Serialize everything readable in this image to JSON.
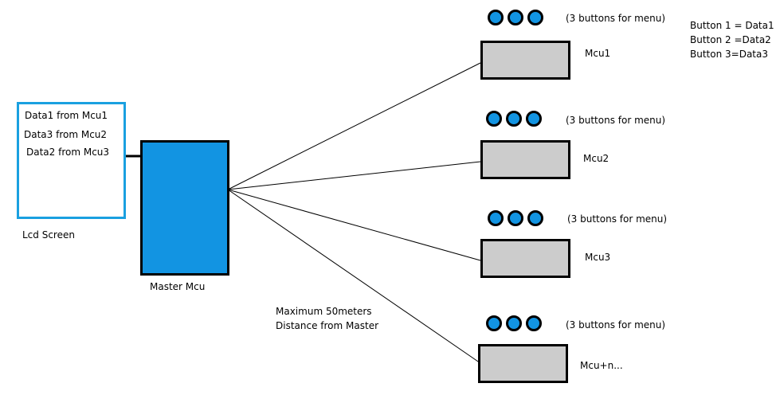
{
  "lcd": {
    "lines": [
      "Data1 from Mcu1",
      "Data3 from Mcu2",
      "Data2 from Mcu3"
    ],
    "caption": "Lcd Screen",
    "border_color": "#1aa0e0"
  },
  "master": {
    "caption": "Master Mcu",
    "fill_color": "#1294e2"
  },
  "distance_note": {
    "line1": "Maximum 50meters",
    "line2": "Distance from Master"
  },
  "legend": {
    "lines": [
      "Button 1 = Data1",
      "Button  2 =Data2",
      "Button 3=Data3"
    ]
  },
  "slaves": [
    {
      "label": "Mcu1",
      "buttons_note": "(3 buttons for menu)"
    },
    {
      "label": "Mcu2",
      "buttons_note": "(3 buttons for menu)"
    },
    {
      "label": "Mcu3",
      "buttons_note": "(3 buttons for menu)"
    },
    {
      "label": "Mcu+n...",
      "buttons_note": "(3 buttons for menu)"
    }
  ],
  "slave_fill_color": "#cccccc",
  "button_color": "#1294e2"
}
